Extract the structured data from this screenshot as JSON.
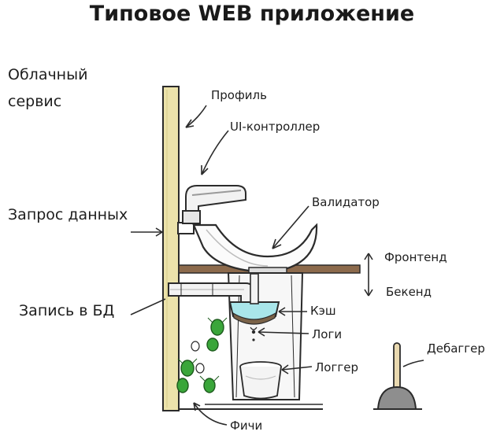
{
  "title": "Типовое WEB приложение",
  "labels": {
    "cloud_service_line1": "Облачный",
    "cloud_service_line2": "сервис",
    "profile": "Профиль",
    "ui_controller": "UI-контроллер",
    "data_request": "Запрос данных",
    "validator": "Валидатор",
    "frontend": "Фронтенд",
    "backend": "Бекенд",
    "db_write": "Запись в БД",
    "cache": "Кэш",
    "logs": "Логи",
    "debugger": "Дебаггер",
    "logger": "Логгер",
    "features": "Фичи"
  },
  "colors": {
    "wall": "#ece3ab",
    "outline": "#2b2b2b",
    "cache_water": "#a9e6ea",
    "cache_dirt": "#7a6248",
    "counter": "#8c6a4c",
    "pipe_shadow": "#cfcfcf",
    "plunger_handle": "#e9d9b0",
    "plunger_cup": "#8e8e8e",
    "bugs": "#3aa63a"
  }
}
